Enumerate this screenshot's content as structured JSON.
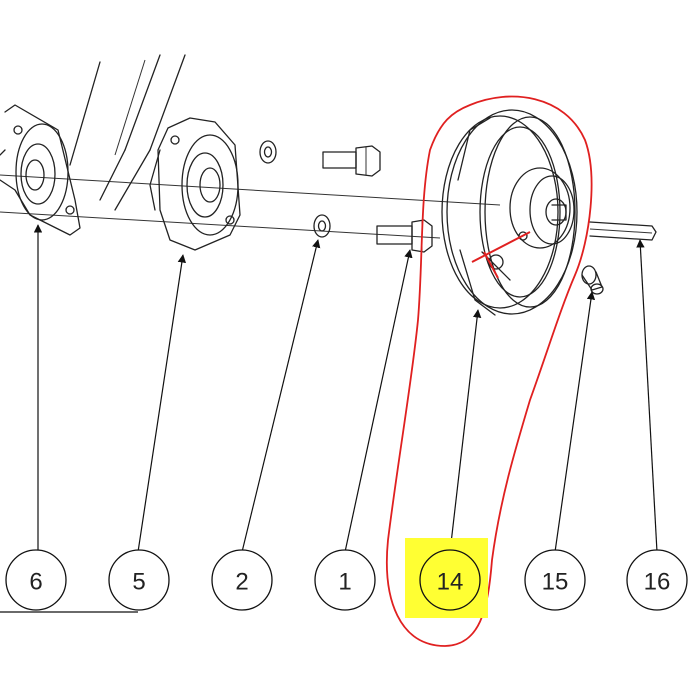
{
  "callouts": [
    {
      "id": "6",
      "label": "6"
    },
    {
      "id": "5",
      "label": "5"
    },
    {
      "id": "2",
      "label": "2"
    },
    {
      "id": "1",
      "label": "1"
    },
    {
      "id": "14",
      "label": "14",
      "highlighted": true
    },
    {
      "id": "15",
      "label": "15"
    },
    {
      "id": "16",
      "label": "16"
    }
  ],
  "colors": {
    "line": "#222222",
    "highlight": "#ffff33",
    "outline_annotation": "#e02020"
  }
}
